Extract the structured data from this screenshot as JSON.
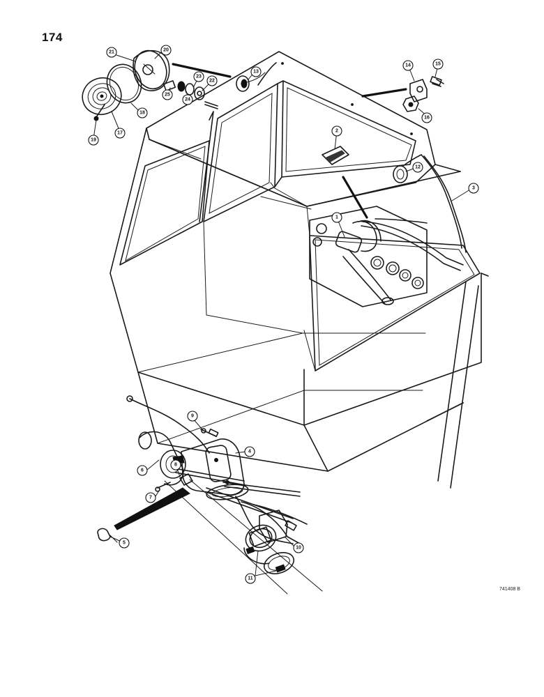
{
  "page_number": "174",
  "figure_code": "741408 B",
  "callouts": [
    {
      "id": "c1",
      "label": "1"
    },
    {
      "id": "c2",
      "label": "2"
    },
    {
      "id": "c3",
      "label": "3"
    },
    {
      "id": "c4",
      "label": "4"
    },
    {
      "id": "c5",
      "label": "5"
    },
    {
      "id": "c6",
      "label": "6"
    },
    {
      "id": "c7",
      "label": "7"
    },
    {
      "id": "c8",
      "label": "8"
    },
    {
      "id": "c9",
      "label": "9"
    },
    {
      "id": "c10",
      "label": "10"
    },
    {
      "id": "c11",
      "label": "11"
    },
    {
      "id": "c12",
      "label": "12"
    },
    {
      "id": "c13",
      "label": "13"
    },
    {
      "id": "c14",
      "label": "14"
    },
    {
      "id": "c15",
      "label": "15"
    },
    {
      "id": "c16",
      "label": "16"
    },
    {
      "id": "c17",
      "label": "17"
    },
    {
      "id": "c18",
      "label": "18"
    },
    {
      "id": "c19",
      "label": "19"
    },
    {
      "id": "c20",
      "label": "20"
    },
    {
      "id": "c21",
      "label": "21"
    },
    {
      "id": "c22",
      "label": "22"
    },
    {
      "id": "c23",
      "label": "23"
    },
    {
      "id": "c24",
      "label": "24"
    },
    {
      "id": "c25",
      "label": "25"
    }
  ]
}
